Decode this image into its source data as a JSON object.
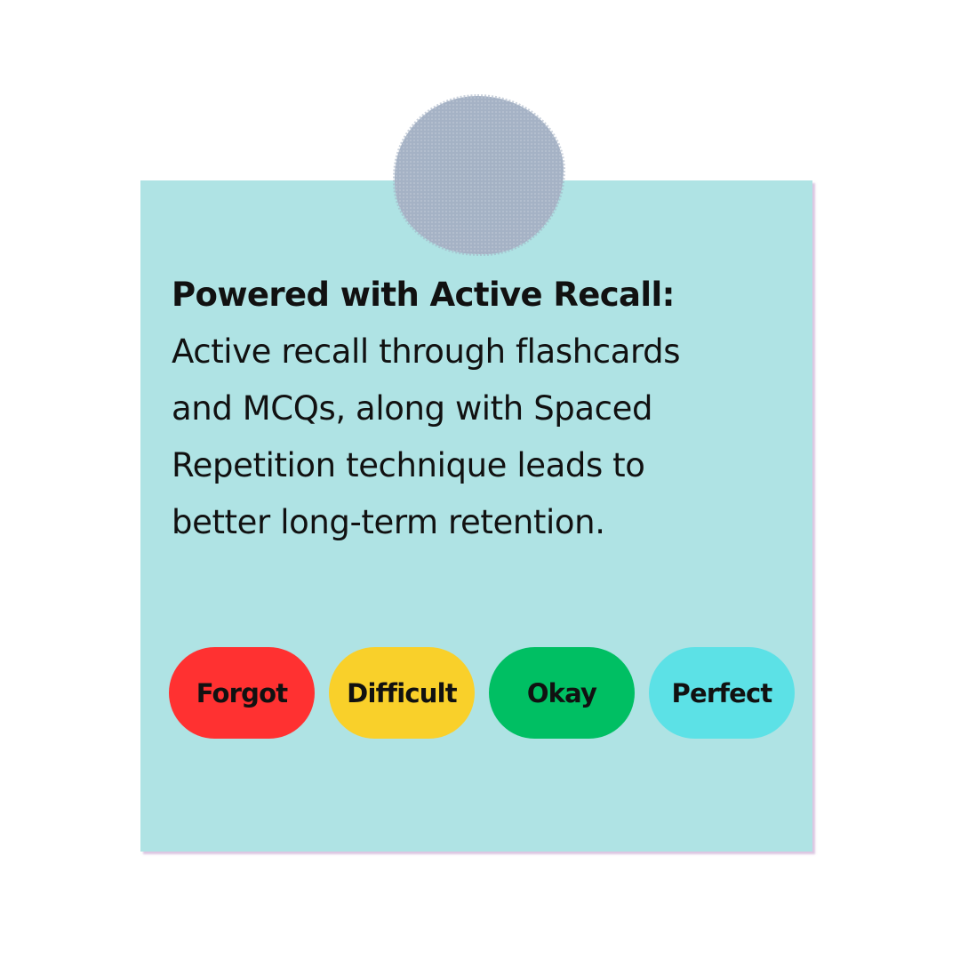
{
  "card": {
    "background": "#afe3e4",
    "pin_color": "#a3b1c4",
    "headline": "Powered with Active Recall:",
    "body_lines": [
      "Active recall through flashcards",
      "and MCQs, along with Spaced",
      "Repetition technique leads to",
      "better long-term retention."
    ]
  },
  "ratings": [
    {
      "label": "Forgot",
      "color": "#ff3131"
    },
    {
      "label": "Difficult",
      "color": "#f9d02a"
    },
    {
      "label": "Okay",
      "color": "#00bf63"
    },
    {
      "label": "Perfect",
      "color": "#5ce1e6"
    }
  ]
}
